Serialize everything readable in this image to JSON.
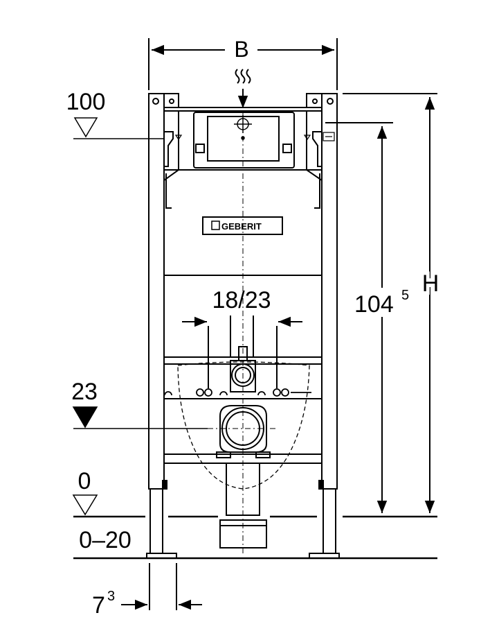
{
  "dimensions": {
    "width_label": "B",
    "height_label": "H",
    "frame_height_main": "104",
    "frame_height_sup": "5",
    "level_top": "100",
    "level_mid": "23",
    "level_zero": "0",
    "floor_range": "0–20",
    "leg_offset_main": "7",
    "leg_offset_sup": "3",
    "spacing": "18/23"
  },
  "brand": {
    "name": "GEBERIT"
  },
  "icons": [
    "water-supply-icon",
    "crosshair-icon",
    "level-marker-icon"
  ]
}
